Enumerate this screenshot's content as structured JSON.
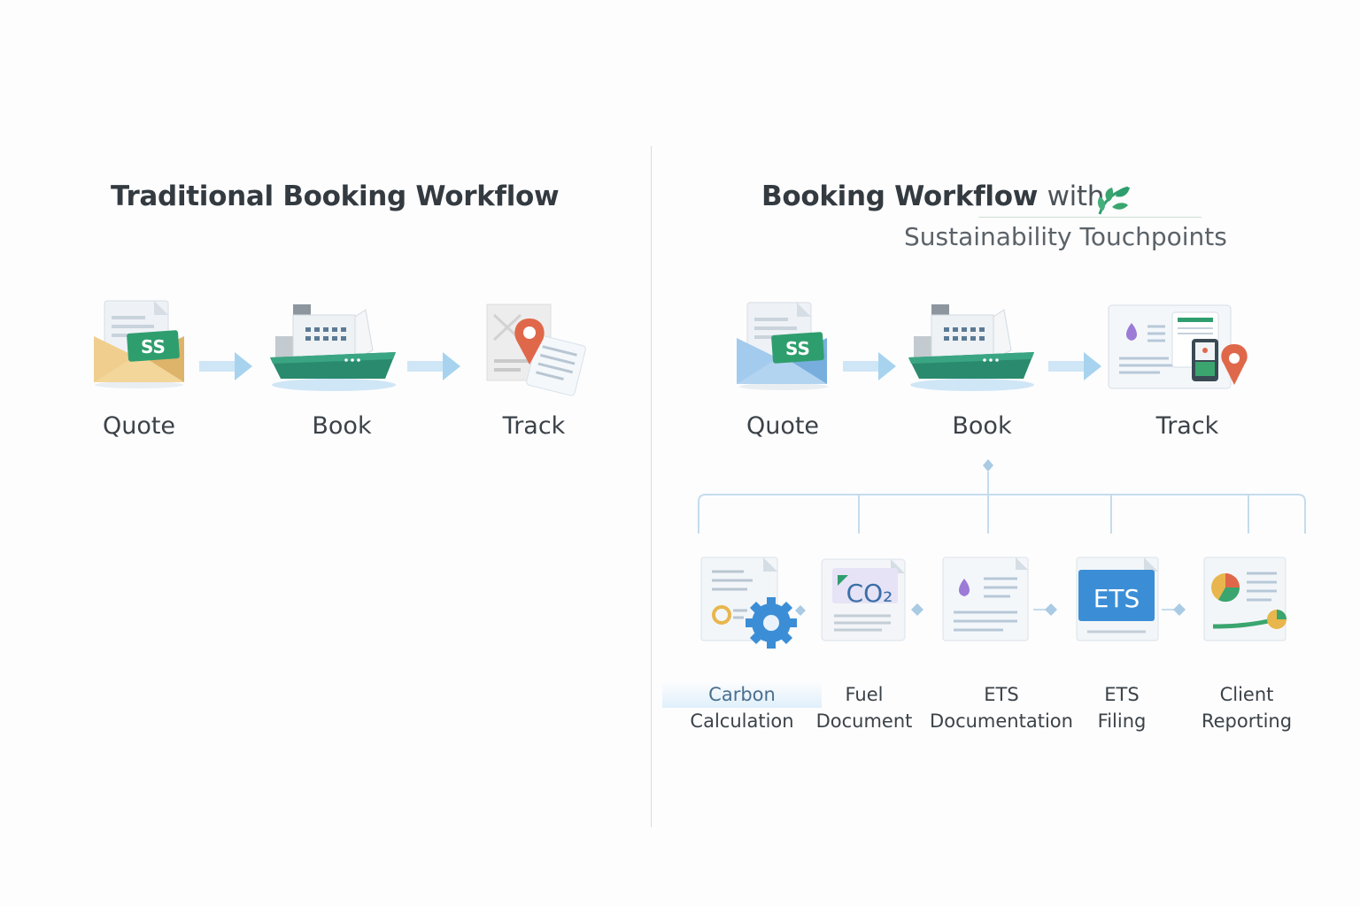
{
  "left": {
    "title": "Traditional Booking Workflow",
    "steps": [
      {
        "label": "Quote",
        "icon": "quote-envelope-icon",
        "badge": "SS"
      },
      {
        "label": "Book",
        "icon": "cargo-ship-icon"
      },
      {
        "label": "Track",
        "icon": "track-document-pin-icon"
      }
    ]
  },
  "right": {
    "title_main": "Booking Workflow",
    "title_suffix": "with",
    "subtitle": "Sustainability Touchpoints",
    "steps": [
      {
        "label": "Quote",
        "icon": "quote-envelope-icon",
        "badge": "SS"
      },
      {
        "label": "Book",
        "icon": "cargo-ship-icon"
      },
      {
        "label": "Track",
        "icon": "track-dashboard-pin-icon"
      }
    ],
    "touchpoints": [
      {
        "line1": "Carbon",
        "line2": "Calculation",
        "icon": "carbon-calculation-gear-icon"
      },
      {
        "line1": "Fuel",
        "line2": "Document",
        "icon": "co2-fuel-document-icon",
        "badge": "CO₂"
      },
      {
        "line1": "ETS",
        "line2": "Documentation",
        "icon": "ets-documentation-icon"
      },
      {
        "line1": "ETS",
        "line2": "Filing",
        "icon": "ets-filing-icon",
        "badge": "ETS"
      },
      {
        "line1": "Client",
        "line2": "Reporting",
        "icon": "client-reporting-chart-icon"
      }
    ]
  },
  "colors": {
    "green": "#2f9e6e",
    "ship_teal": "#2a8a6d",
    "arrow_blue": "#a7d3ef",
    "pin_red": "#e0684a",
    "ets_blue": "#3b8ed6",
    "connector": "#c4dced",
    "envelope_gold": "#e8c27a",
    "envelope_blue": "#8dbde6"
  }
}
